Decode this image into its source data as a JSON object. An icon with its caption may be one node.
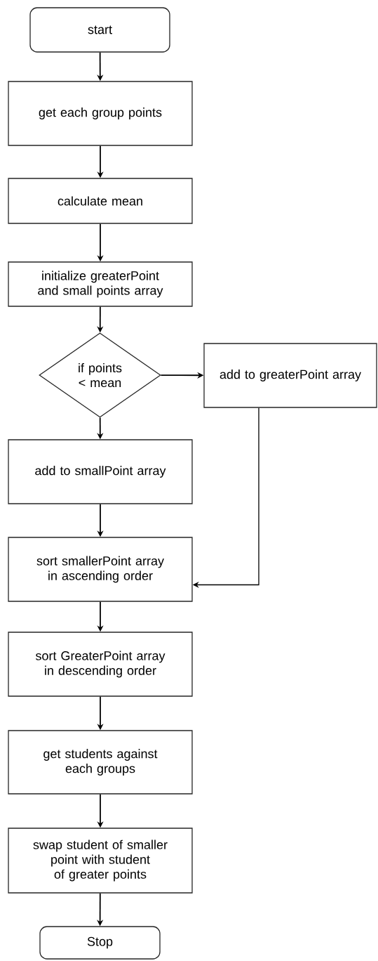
{
  "diagram": {
    "nodes": [
      {
        "text": [
          "start"
        ]
      },
      {
        "text": [
          "get each group points"
        ]
      },
      {
        "text": [
          "calculate mean"
        ]
      },
      {
        "text": [
          "initialize greaterPoint and small points array"
        ]
      },
      {
        "text": [
          "if points < mean"
        ]
      },
      {
        "text": [
          "add to greaterPoint array"
        ]
      },
      {
        "text": [
          "add to smallPoint array"
        ]
      },
      {
        "text": [
          "sort smallerPoint array in ascending order"
        ]
      },
      {
        "text": [
          "sort GreaterPoint array in descending order"
        ]
      },
      {
        "text": [
          "get students against each groups"
        ]
      },
      {
        "text": [
          "swap student of smaller point with student of greater points"
        ]
      },
      {
        "text": [
          "Stop"
        ]
      }
    ],
    "edges": [
      {
        "from": 0,
        "to": 1,
        "arrow": "to"
      },
      {
        "from": 1,
        "to": 2,
        "arrow": "to"
      },
      {
        "from": 2,
        "to": 3,
        "arrow": "to"
      },
      {
        "from": 3,
        "to": 4,
        "arrow": "to"
      },
      {
        "from": 4,
        "to": 5,
        "arrow": "to"
      },
      {
        "from": 4,
        "to": 6,
        "arrow": "to"
      },
      {
        "from": 6,
        "to": 7,
        "arrow": "to"
      },
      {
        "from": 5,
        "to": 7,
        "arrow": "to"
      },
      {
        "from": 7,
        "to": 8,
        "arrow": "to"
      },
      {
        "from": 8,
        "to": 9,
        "arrow": "to"
      },
      {
        "from": 9,
        "to": 10,
        "arrow": "to"
      },
      {
        "from": 10,
        "to": 11,
        "arrow": "to"
      }
    ]
  }
}
